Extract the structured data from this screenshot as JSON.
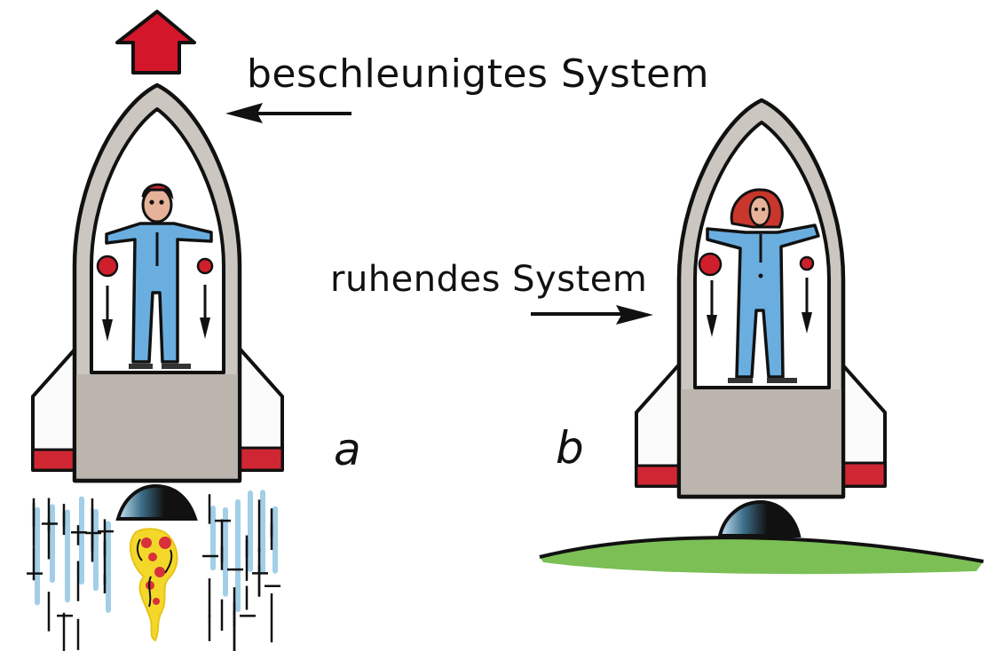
{
  "labels": {
    "accelerated_system": "beschleunigtes System",
    "resting_system": "ruhendes System",
    "panel_a": "a",
    "panel_b": "b"
  },
  "panels": [
    {
      "id": "a",
      "state": "accelerating",
      "direction_indicator": "up-arrow-icon",
      "occupant": "astronaut-man",
      "falling_balls": 2,
      "exhaust": true,
      "ground": false
    },
    {
      "id": "b",
      "state": "resting",
      "direction_indicator": null,
      "occupant": "astronaut-woman",
      "falling_balls": 2,
      "exhaust": false,
      "ground": true
    }
  ],
  "colors": {
    "arrow_red": "#d4162a",
    "ball_red": "#d01f2c",
    "band_red": "#d02633",
    "suit_blue": "#6aaee0",
    "hull_grey": "#cbc6bf",
    "body_grey": "#b9b2aa",
    "ground_green": "#7bbf55",
    "exhaust_blue": "#8cc4e2",
    "flame_yellow": "#f3d82a",
    "flame_red": "#d8313a",
    "outline": "#111111"
  }
}
